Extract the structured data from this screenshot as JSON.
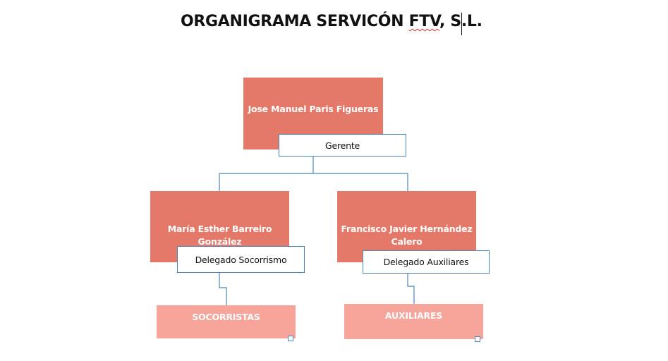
{
  "title": {
    "main": "ORGANIGRAMA SERVICÓN ",
    "flagged": "FTV",
    "suffix": ", S.L."
  },
  "colors": {
    "manager_fill": "#e4796a",
    "leaf_fill": "#f7a49a",
    "connector": "#4a86b8"
  },
  "org_chart": {
    "root": {
      "name": "Jose Manuel Paris Figueras",
      "role": "Gerente"
    },
    "delegates": [
      {
        "name_line1": "María Esther Barreiro",
        "name_line2": "González",
        "role": "Delegado Socorrismo",
        "team": "SOCORRISTAS"
      },
      {
        "name_line1": "Francisco Javier Hernández",
        "name_line2": "Calero",
        "role": "Delegado Auxiliares",
        "team": "AUXILIARES"
      }
    ]
  }
}
